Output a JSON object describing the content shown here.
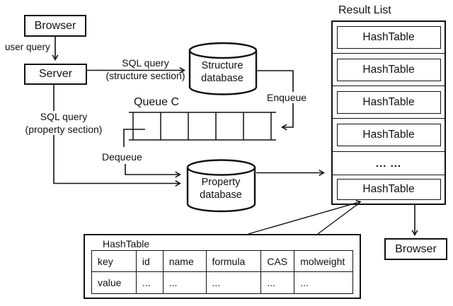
{
  "colors": {
    "ink": "#111111",
    "bg": "#ffffff"
  },
  "nodes": {
    "browser_top": "Browser",
    "server": "Server",
    "browser_bottom": "Browser",
    "structure_db_line1": "Structure",
    "structure_db_line2": "database",
    "property_db_line1": "Property",
    "property_db_line2": "database"
  },
  "edge_labels": {
    "user_query": "user query",
    "sql_structure_line1": "SQL query",
    "sql_structure_line2": "(structure section)",
    "sql_property_line1": "SQL query",
    "sql_property_line2": "(property section)",
    "enqueue": "Enqueue",
    "dequeue": "Dequeue"
  },
  "queue": {
    "title": "Queue C",
    "cells": 5
  },
  "result_list": {
    "title": "Result List",
    "items": [
      "HashTable",
      "HashTable",
      "HashTable",
      "HashTable",
      "... ...",
      "HashTable"
    ]
  },
  "hashtable_detail": {
    "title": "HashTable",
    "columns": [
      "key",
      "id",
      "name",
      "formula",
      "CAS",
      "molweight"
    ],
    "values": [
      "value",
      "...",
      "...",
      "...",
      "...",
      "..."
    ]
  }
}
